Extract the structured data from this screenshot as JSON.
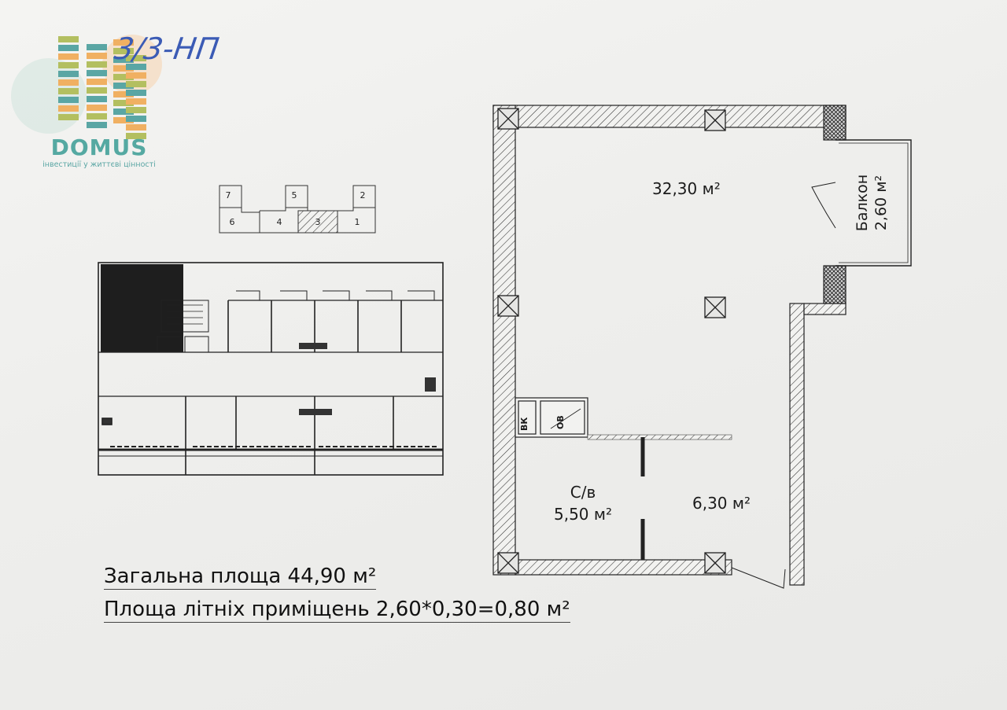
{
  "handwritten_note": "3/3-НП",
  "logo": {
    "brand": "DOMUS",
    "tagline": "інвестиції у життєві цінності",
    "colors": {
      "teal": "#5aa6a4",
      "olive": "#b3bf60",
      "orange": "#f0b062"
    }
  },
  "section_key": {
    "sections": [
      "7",
      "5",
      "2",
      "6",
      "4",
      "3",
      "1"
    ],
    "highlighted": "3"
  },
  "floor_plan": {
    "rooms": {
      "main": "32,30 м²",
      "balcony_name": "Балкон",
      "balcony_area": "2,60 м²",
      "bathroom_name": "С/в",
      "bathroom_area": "5,50 м²",
      "hall_area": "6,30 м²"
    },
    "shafts": {
      "vk": "ВК",
      "ov": "ОВ"
    }
  },
  "summary": {
    "total": "Загальна площа 44,90 м²",
    "summer": "Площа літніх приміщень 2,60*0,30=0,80 м²"
  }
}
